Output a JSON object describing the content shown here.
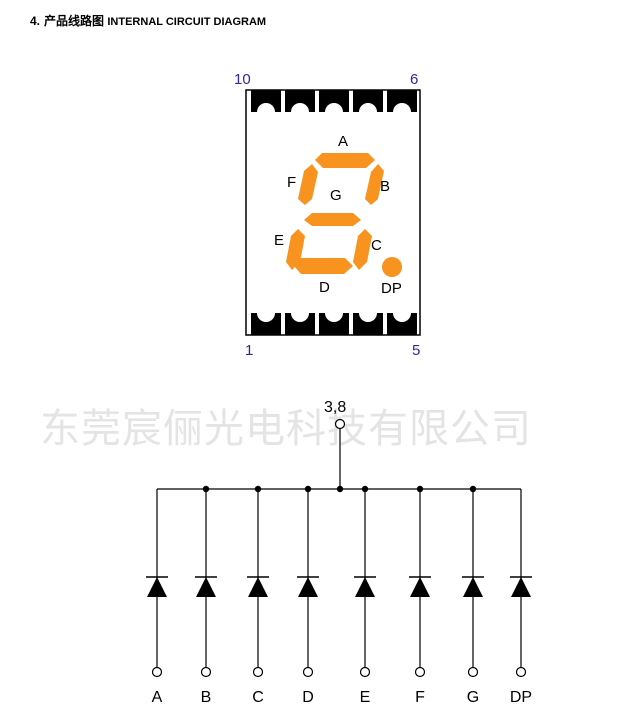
{
  "heading": {
    "number": "4.",
    "title_cn": "产品线路图",
    "title_en": "INTERNAL CIRCUIT DIAGRAM"
  },
  "watermark": "东莞宸俪光电科技有限公司",
  "package": {
    "pin_top_left": "10",
    "pin_top_right": "6",
    "pin_bottom_left": "1",
    "pin_bottom_right": "5",
    "segment_color": "#f7931e",
    "segment_labels": {
      "A": "A",
      "B": "B",
      "C": "C",
      "D": "D",
      "E": "E",
      "F": "F",
      "G": "G",
      "DP": "DP"
    }
  },
  "circuit": {
    "common_pin": "3,8",
    "pins": [
      "A",
      "B",
      "C",
      "D",
      "E",
      "F",
      "G",
      "DP"
    ]
  }
}
